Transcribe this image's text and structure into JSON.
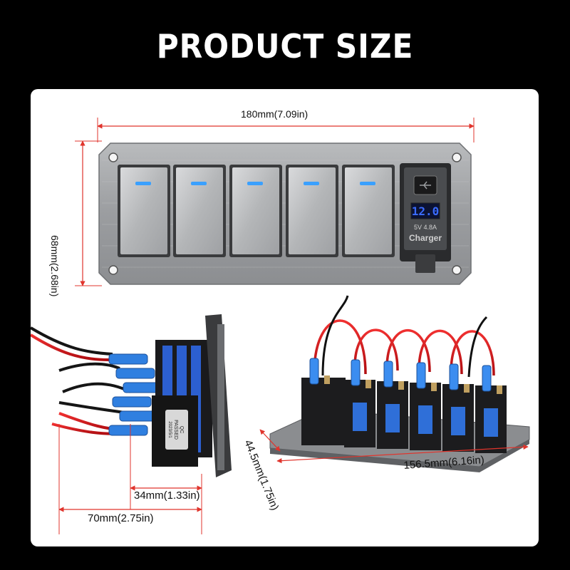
{
  "title": "PRODUCT SIZE",
  "dimensions": {
    "width": "180mm(7.09in)",
    "height": "68mm(2.68in)",
    "depth_small": "34mm(1.33in)",
    "depth_total": "70mm(2.75in)",
    "panel_length": "156.5mm(6.16in)",
    "panel_height": "44.5mm(1.75in)"
  },
  "charger": {
    "voltage_display": "12.0",
    "rating": "5V 4.8A",
    "label": "Charger"
  },
  "qc_sticker": {
    "line1": "QC",
    "line2": "PASSED",
    "line3": "2023/5/1"
  },
  "colors": {
    "background": "#000000",
    "stage": "#ffffff",
    "dimension_line": "#e0342c",
    "indicator_blue": "#3aa0ff",
    "panel_grey": "#a7a9ab",
    "wire_red": "#d8141a",
    "connector_blue": "#2f7fe0"
  },
  "switch_count": 5
}
